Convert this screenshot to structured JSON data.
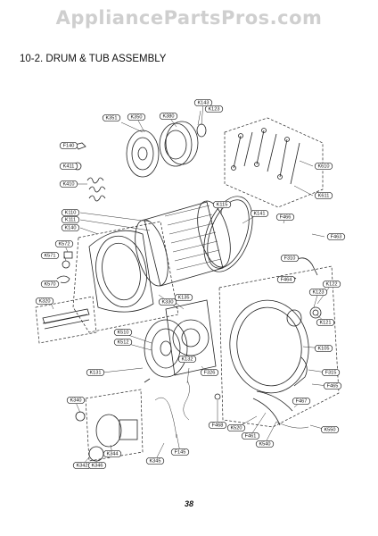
{
  "watermark": "AppliancePartsPros.com",
  "section_title": "10-2. DRUM & TUB ASSEMBLY",
  "page_number": "38",
  "labels": {
    "K143": "K143",
    "K123a": "K123",
    "K351": "K351",
    "K350": "K350",
    "K380": "K380",
    "F140": "F140",
    "K411": "K411",
    "K410": "K410",
    "K610": "K610",
    "K611": "K611",
    "K110": "K110",
    "K111": "K111",
    "K140": "K140",
    "K115": "K115",
    "K141": "K141",
    "F466": "F466",
    "F463": "F463",
    "K572": "K572",
    "K571": "K571",
    "K570": "K570",
    "K320": "K320",
    "F310": "F310",
    "F464": "F464",
    "K122": "K122",
    "K123b": "K123",
    "K330": "K330",
    "K135": "K135",
    "K121": "K121",
    "K510": "K510",
    "K512": "K512",
    "K105": "K105",
    "K131": "K131",
    "F326": "F326",
    "F315": "F315",
    "F465": "F465",
    "K340": "K340",
    "F467": "F467",
    "F468": "F468",
    "K520": "K520",
    "F461": "F461",
    "K540": "K540",
    "K550": "K550",
    "K344": "K344",
    "K342": "K342",
    "K346": "K346",
    "K345": "K345",
    "F145": "F145",
    "K132": "K132"
  }
}
